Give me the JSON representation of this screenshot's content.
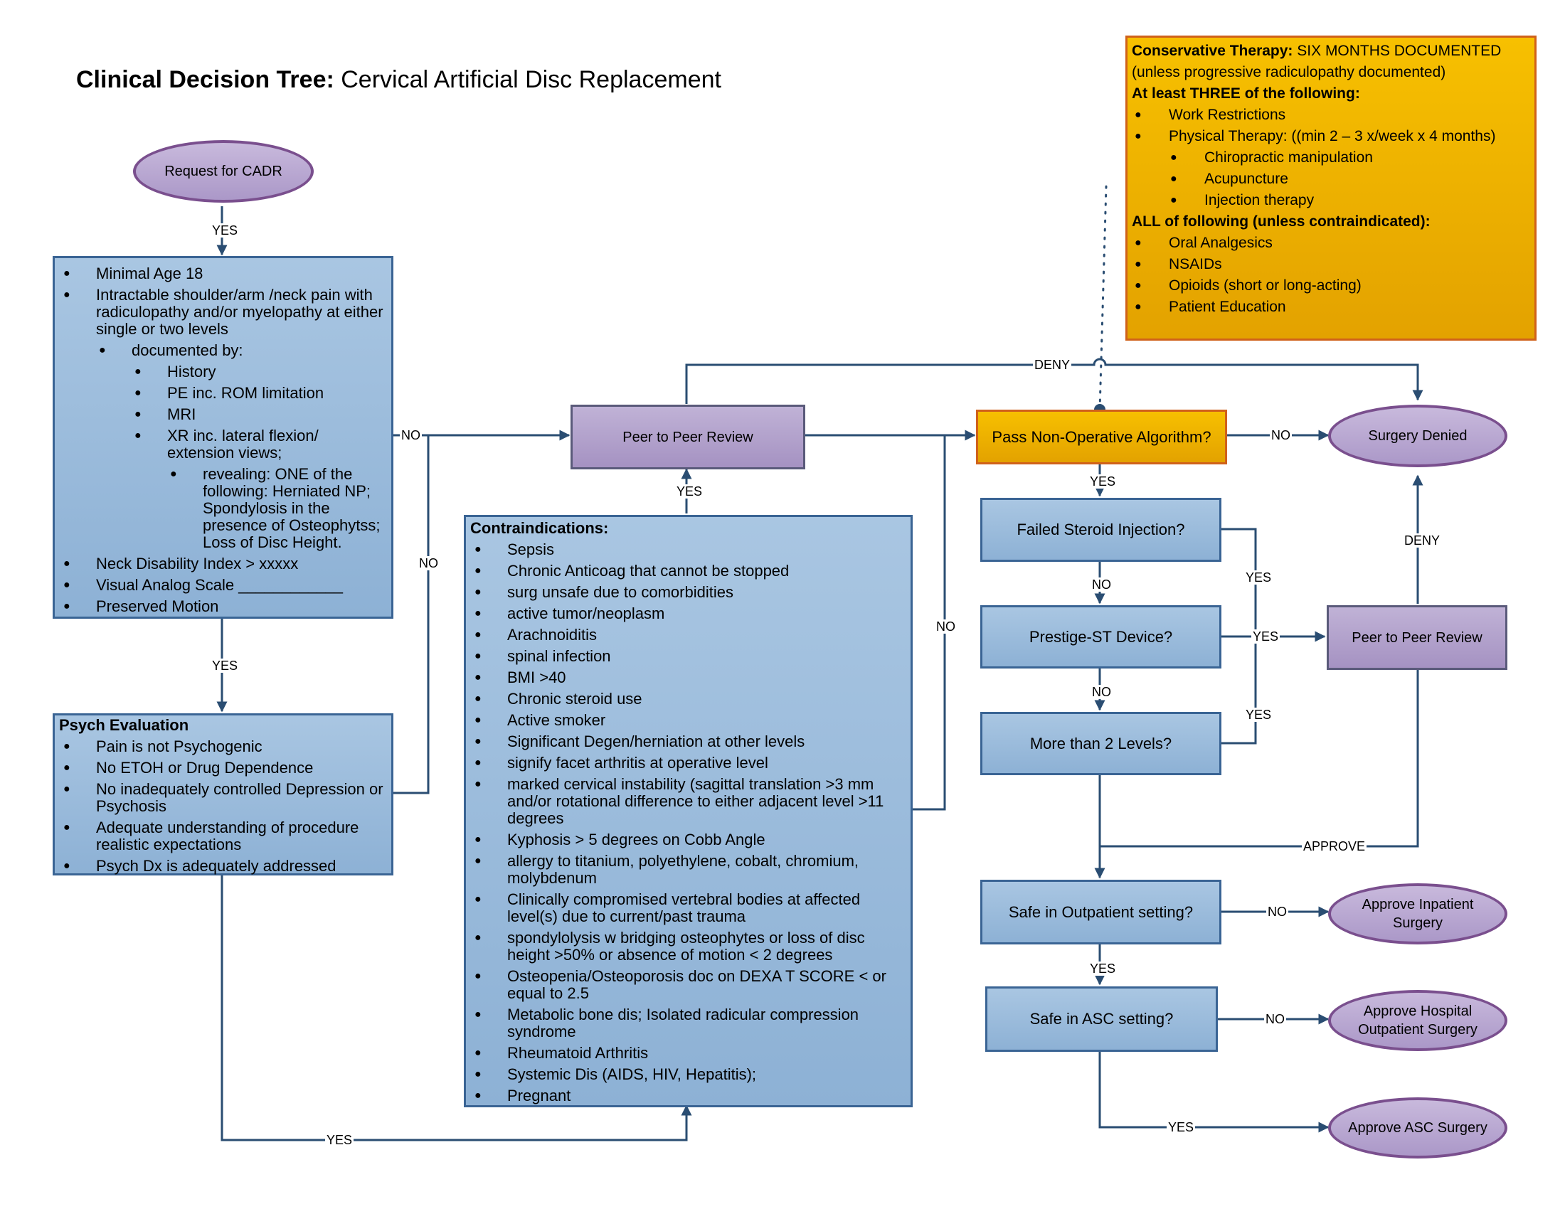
{
  "title": {
    "bold": "Clinical Decision Tree:",
    "rest": " Cervical Artificial Disc Replacement"
  },
  "nodes": {
    "request": "Request for CADR",
    "criteria": [
      {
        "level": 0,
        "text": "Minimal Age 18"
      },
      {
        "level": 0,
        "text": "Intractable shoulder/arm /neck pain with radiculopathy and/or myelopathy at either single or two levels"
      },
      {
        "level": 1,
        "text": "documented by:"
      },
      {
        "level": 2,
        "text": "History"
      },
      {
        "level": 2,
        "text": "PE inc. ROM limitation"
      },
      {
        "level": 2,
        "text": "MRI"
      },
      {
        "level": 2,
        "text": "XR inc. lateral flexion/ extension views;"
      },
      {
        "level": 3,
        "text": "revealing:  ONE of the following:  Herniated NP; Spondylosis in the presence of Osteophytss; Loss of Disc Height."
      },
      {
        "level": 0,
        "text": "Neck Disability Index > xxxxx"
      },
      {
        "level": 0,
        "text": "Visual Analog Scale ____________"
      },
      {
        "level": 0,
        "text": "Preserved Motion"
      }
    ],
    "psych": {
      "header": "Psych Evaluation",
      "items": [
        "Pain is not Psychogenic",
        "No ETOH or Drug Dependence",
        "No inadequately controlled Depression or Psychosis",
        "Adequate understanding of procedure realistic expectations",
        "Psych Dx is adequately addressed"
      ]
    },
    "peer1": "Peer to Peer Review",
    "contra": {
      "header": "Contraindications:",
      "items": [
        "Sepsis",
        "Chronic Anticoag that cannot be stopped",
        "surg unsafe due to comorbidities",
        "active tumor/neoplasm",
        "Arachnoiditis",
        "spinal infection",
        "BMI >40",
        "Chronic steroid use",
        "Active smoker",
        "Significant Degen/herniation at other levels",
        "signify facet arthritis at operative level",
        "marked cervical instability (sagittal translation >3 mm and/or rotational difference to either adjacent level >11 degrees",
        "Kyphosis > 5 degrees on Cobb Angle",
        "allergy to titanium, polyethylene, cobalt, chromium, molybdenum",
        "Clinically compromised vertebral bodies at affected level(s) due to current/past trauma",
        "spondylolysis w bridging osteophytes or loss of disc height >50% or absence of motion < 2 degrees",
        "Osteopenia/Osteoporosis doc on DEXA T SCORE < or equal to 2.5",
        "Metabolic bone dis; Isolated radicular compression syndrome",
        "Rheumatoid Arthritis",
        "Systemic Dis (AIDS, HIV, Hepatitis);",
        "Pregnant"
      ]
    },
    "pass_nonop": "Pass Non-Operative Algorithm?",
    "surgery_denied": "Surgery Denied",
    "failed_steroid": "Failed Steroid Injection?",
    "prestige": "Prestige-ST Device?",
    "more_levels": "More than 2 Levels?",
    "peer2": "Peer to Peer Review",
    "safe_outpatient": "Safe in Outpatient setting?",
    "safe_asc": "Safe in ASC setting?",
    "approve_inpatient": "Approve Inpatient Surgery",
    "approve_hospital_outpatient": "Approve Hospital Outpatient Surgery",
    "approve_asc": "Approve ASC Surgery",
    "conservative": {
      "lines": [
        {
          "kind": "mixed",
          "bold": "Conservative Therapy:",
          "text": " SIX  MONTHS DOCUMENTED"
        },
        {
          "kind": "plain",
          "text": "(unless progressive radiculopathy documented)"
        },
        {
          "kind": "bold",
          "text": "At least THREE of the following:"
        },
        {
          "kind": "b0",
          "text": "Work Restrictions"
        },
        {
          "kind": "b0",
          "text": "Physical Therapy: ((min 2 – 3 x/week x 4 months)"
        },
        {
          "kind": "b1",
          "text": "Chiropractic manipulation"
        },
        {
          "kind": "b1",
          "text": "Acupuncture"
        },
        {
          "kind": "b1",
          "text": "Injection therapy"
        },
        {
          "kind": "bold",
          "text": "ALL of following (unless contraindicated):"
        },
        {
          "kind": "b0",
          "text": "Oral Analgesics"
        },
        {
          "kind": "b0",
          "text": "NSAIDs"
        },
        {
          "kind": "b0",
          "text": "Opioids (short or long-acting)"
        },
        {
          "kind": "b0",
          "text": "Patient Education"
        }
      ]
    }
  },
  "edges": {
    "request_yes": "YES",
    "criteria_yes": "YES",
    "criteria_no": "NO",
    "psych_no": "NO",
    "psych_yes": "YES",
    "contra_yes": "YES",
    "contra_no": "NO",
    "peer1_deny": "DENY",
    "pass_no": "NO",
    "pass_yes": "YES",
    "steroid_no": "NO",
    "steroid_yes": "YES",
    "prestige_no": "NO",
    "prestige_yes": "YES",
    "levels_yes": "YES",
    "peer2_deny": "DENY",
    "peer2_approve": "APPROVE",
    "outpatient_no": "NO",
    "outpatient_yes": "YES",
    "asc_no": "NO",
    "asc_yes": "YES"
  },
  "colors": {
    "blue_fill": "#9dbddd",
    "blue_border": "#3a6494",
    "purple_fill": "#b4a5cf",
    "purple_border": "#5a5a7a",
    "orange_fill": "#f0b400",
    "orange_border": "#d0611a",
    "connector": "#2a4d72"
  }
}
